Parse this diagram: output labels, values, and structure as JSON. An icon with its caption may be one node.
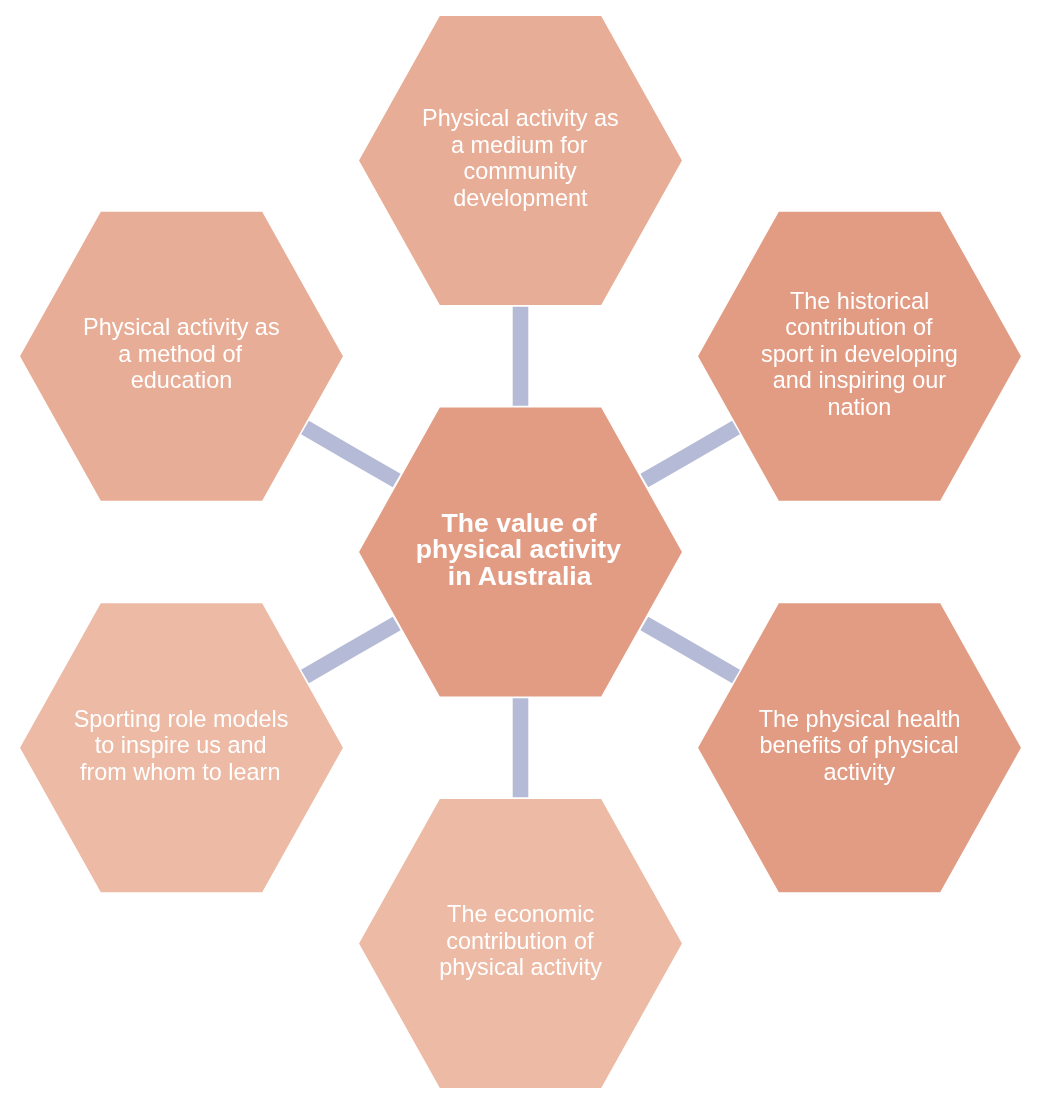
{
  "diagram": {
    "nodes": [
      {
        "text": [
          "The historical contribution of sport in developing and inspiring our nation"
        ]
      },
      {
        "text": [
          "Physical activity as a medium for community development"
        ]
      },
      {
        "text": [
          "Physical activity as a method of education"
        ]
      },
      {
        "text": [
          "The value of physical activity in Australia"
        ]
      },
      {
        "text": [
          "Sporting role models to inspire us and from whom to learn"
        ]
      },
      {
        "text": [
          "The economic contribution of physical activity"
        ]
      },
      {
        "text": [
          "The physical health benefits of physical activity"
        ]
      }
    ],
    "edges": [
      {
        "from": 3,
        "to": 2,
        "arrow": "none"
      },
      {
        "from": 3,
        "to": 1,
        "arrow": "none"
      },
      {
        "from": 3,
        "to": 6,
        "arrow": "none"
      },
      {
        "from": 3,
        "to": 5,
        "arrow": "none"
      },
      {
        "from": 3,
        "to": 4,
        "arrow": "none"
      },
      {
        "from": 3,
        "to": 0,
        "arrow": "none"
      }
    ]
  }
}
